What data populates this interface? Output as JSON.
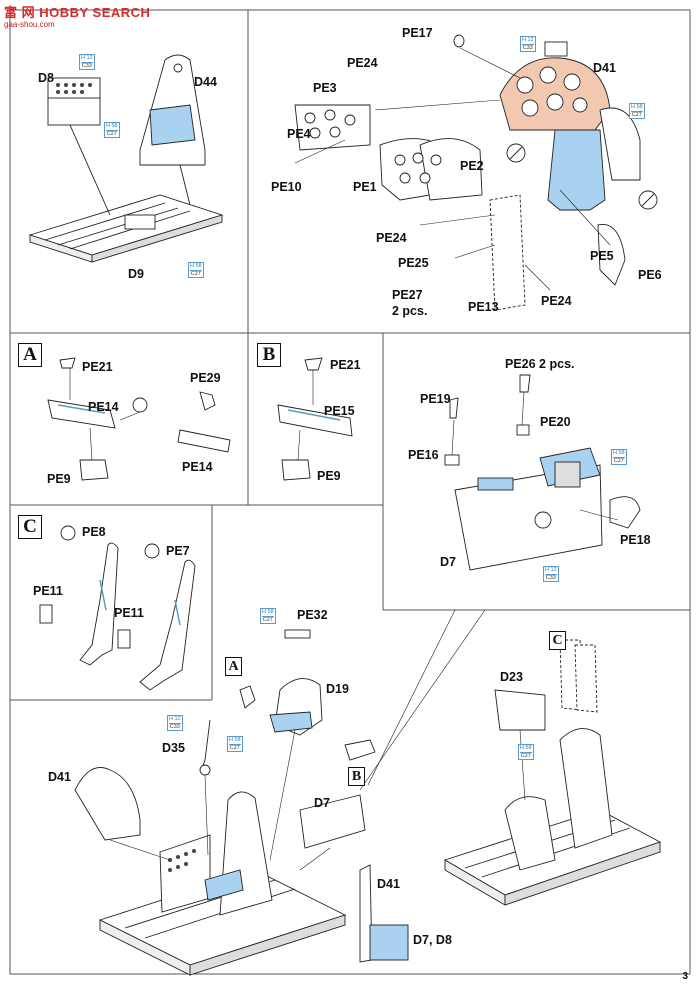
{
  "watermark": {
    "brand": "富 网 HOBBY SEARCH",
    "url": "gaa-shou.com"
  },
  "page_number": "3",
  "step_letters": {
    "a1": "A",
    "b1": "B",
    "c1": "C",
    "a2": "A",
    "b2": "B",
    "c2": "C"
  },
  "labels": {
    "d8": "D8",
    "d44": "D44",
    "d9": "D9",
    "pe17": "PE17",
    "pe24a": "PE24",
    "pe3": "PE3",
    "d41a": "D41",
    "pe4": "PE4",
    "pe10": "PE10",
    "pe1": "PE1",
    "pe2": "PE2",
    "pe24b": "PE24",
    "pe25": "PE25",
    "pe27": "PE27",
    "pcs2a": "2 pcs.",
    "pe13": "PE13",
    "pe24c": "PE24",
    "pe5": "PE5",
    "pe6": "PE6",
    "a_pe21": "PE21",
    "a_pe14": "PE14",
    "a_pe29": "PE29",
    "a_pe14b": "PE14",
    "a_pe9": "PE9",
    "b_pe21": "PE21",
    "b_pe15": "PE15",
    "b_pe9": "PE9",
    "pe26": "PE26  2 pcs.",
    "pe19": "PE19",
    "pe20": "PE20",
    "pe16": "PE16",
    "pe18": "PE18",
    "d7a": "D7",
    "c_pe8": "PE8",
    "c_pe7": "PE7",
    "c_pe11a": "PE11",
    "c_pe11b": "PE11",
    "pe32": "PE32",
    "d19": "D19",
    "d35": "D35",
    "d41b": "D41",
    "d7b": "D7",
    "d41c": "D41",
    "d7d8": "D7, D8",
    "d23": "D23"
  },
  "paint_refs": [
    {
      "id": "r1",
      "code": "H 12",
      "num": "C33"
    },
    {
      "id": "r2",
      "code": "H 58",
      "num": "C27"
    },
    {
      "id": "r3",
      "code": "H 58",
      "num": "C27"
    },
    {
      "id": "r4",
      "code": "H 12",
      "num": "C33"
    },
    {
      "id": "r5",
      "code": "H 58",
      "num": "C27"
    },
    {
      "id": "r6",
      "code": "H 58",
      "num": "C27"
    },
    {
      "id": "r7",
      "code": "H 12",
      "num": "C33"
    },
    {
      "id": "r8",
      "code": "H 58",
      "num": "C27"
    },
    {
      "id": "r9",
      "code": "H 12",
      "num": "C33"
    },
    {
      "id": "r10",
      "code": "H 58",
      "num": "C27"
    },
    {
      "id": "r11",
      "code": "H 58",
      "num": "C27"
    }
  ],
  "colors": {
    "line": "#222222",
    "callout": "#2d7fc0",
    "part_blue": "#a9d2f0",
    "part_peach": "#f2c9b0",
    "panel_border": "#555555"
  }
}
